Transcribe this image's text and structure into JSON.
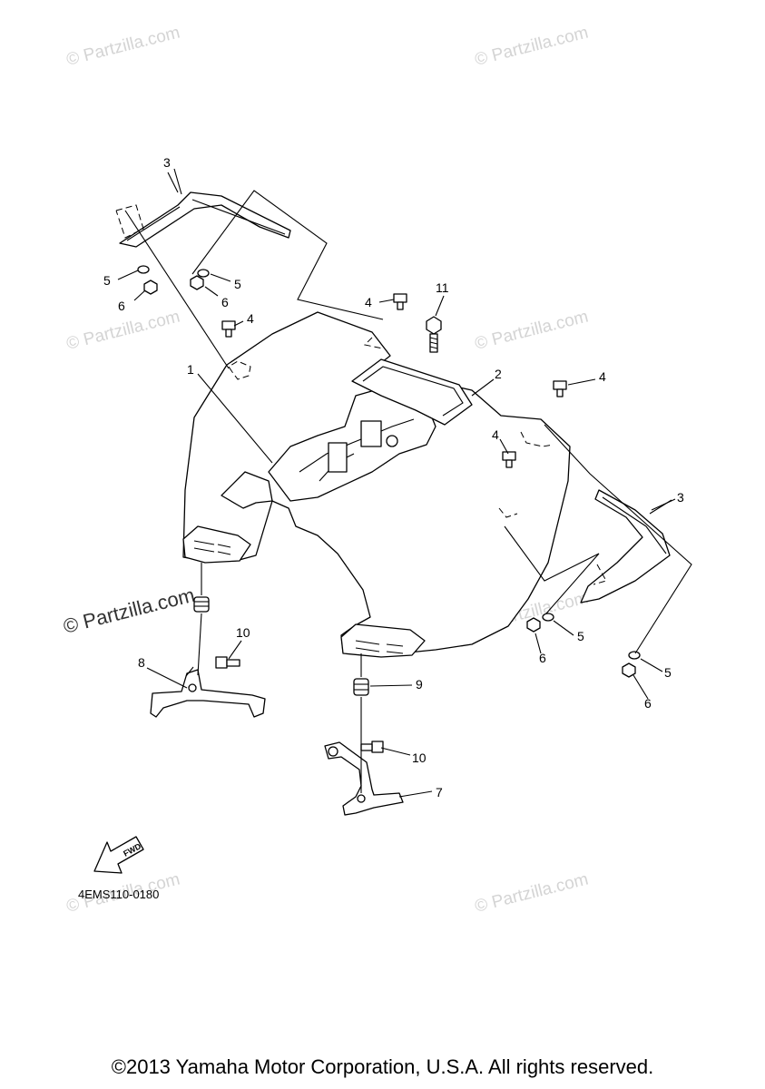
{
  "watermark": {
    "text": "© Partzilla.com",
    "color": "#d4d4d4"
  },
  "callouts": {
    "c1": "1",
    "c2": "2",
    "c3a": "3",
    "c3b": "3",
    "c4a": "4",
    "c4b": "4",
    "c4c": "4",
    "c4d": "4",
    "c5a": "5",
    "c5b": "5",
    "c5c": "5",
    "c5d": "5",
    "c6a": "6",
    "c6b": "6",
    "c6c": "6",
    "c6d": "6",
    "c7": "7",
    "c8": "8",
    "c9": "9",
    "c10a": "10",
    "c10b": "10",
    "c11": "11"
  },
  "fwd_label": "FWD",
  "diagram_code": "4EMS110-0180",
  "copyright": "©2013 Yamaha Motor Corporation, U.S.A. All rights reserved."
}
